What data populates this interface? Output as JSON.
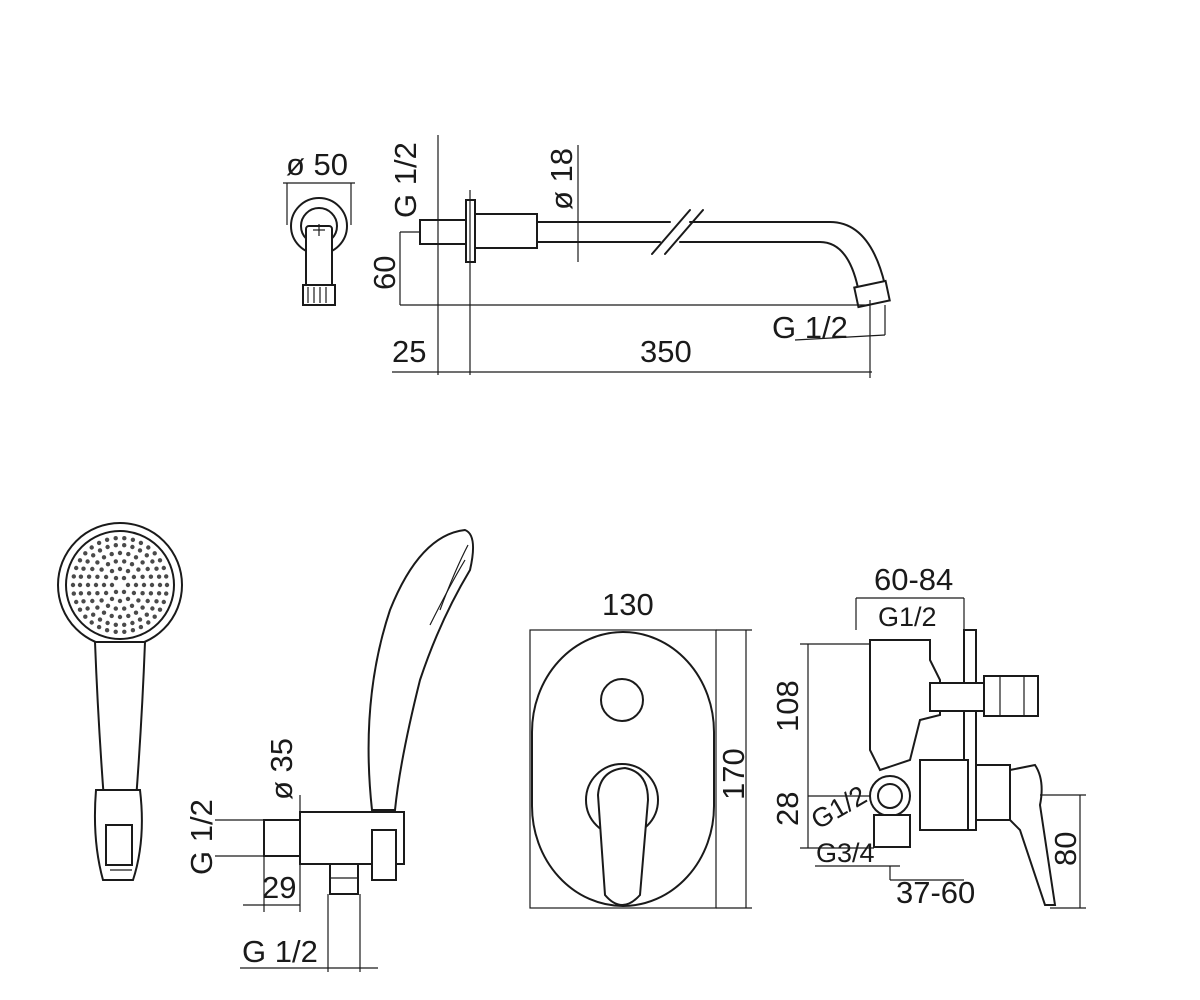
{
  "top_view": {
    "diam_50": "ø 50",
    "thread_left": "G 1/2",
    "diam_18": "ø 18",
    "height_60": "60",
    "thread_right": "G 1/2",
    "offset_25": "25",
    "length_350": "350"
  },
  "hand_shower": {
    "diam_35": "ø 35",
    "thread_upper": "G 1/2",
    "length_29": "29",
    "thread_lower": "G 1/2"
  },
  "front_view": {
    "width_130": "130",
    "height_170": "170"
  },
  "side_view": {
    "depth_range_top": "60-84",
    "thread_top": "G1/2",
    "height_108": "108",
    "height_28": "28",
    "thread_mid": "G1/2",
    "thread_bottom": "G3/4",
    "depth_range_bottom": "37-60",
    "height_80": "80"
  }
}
